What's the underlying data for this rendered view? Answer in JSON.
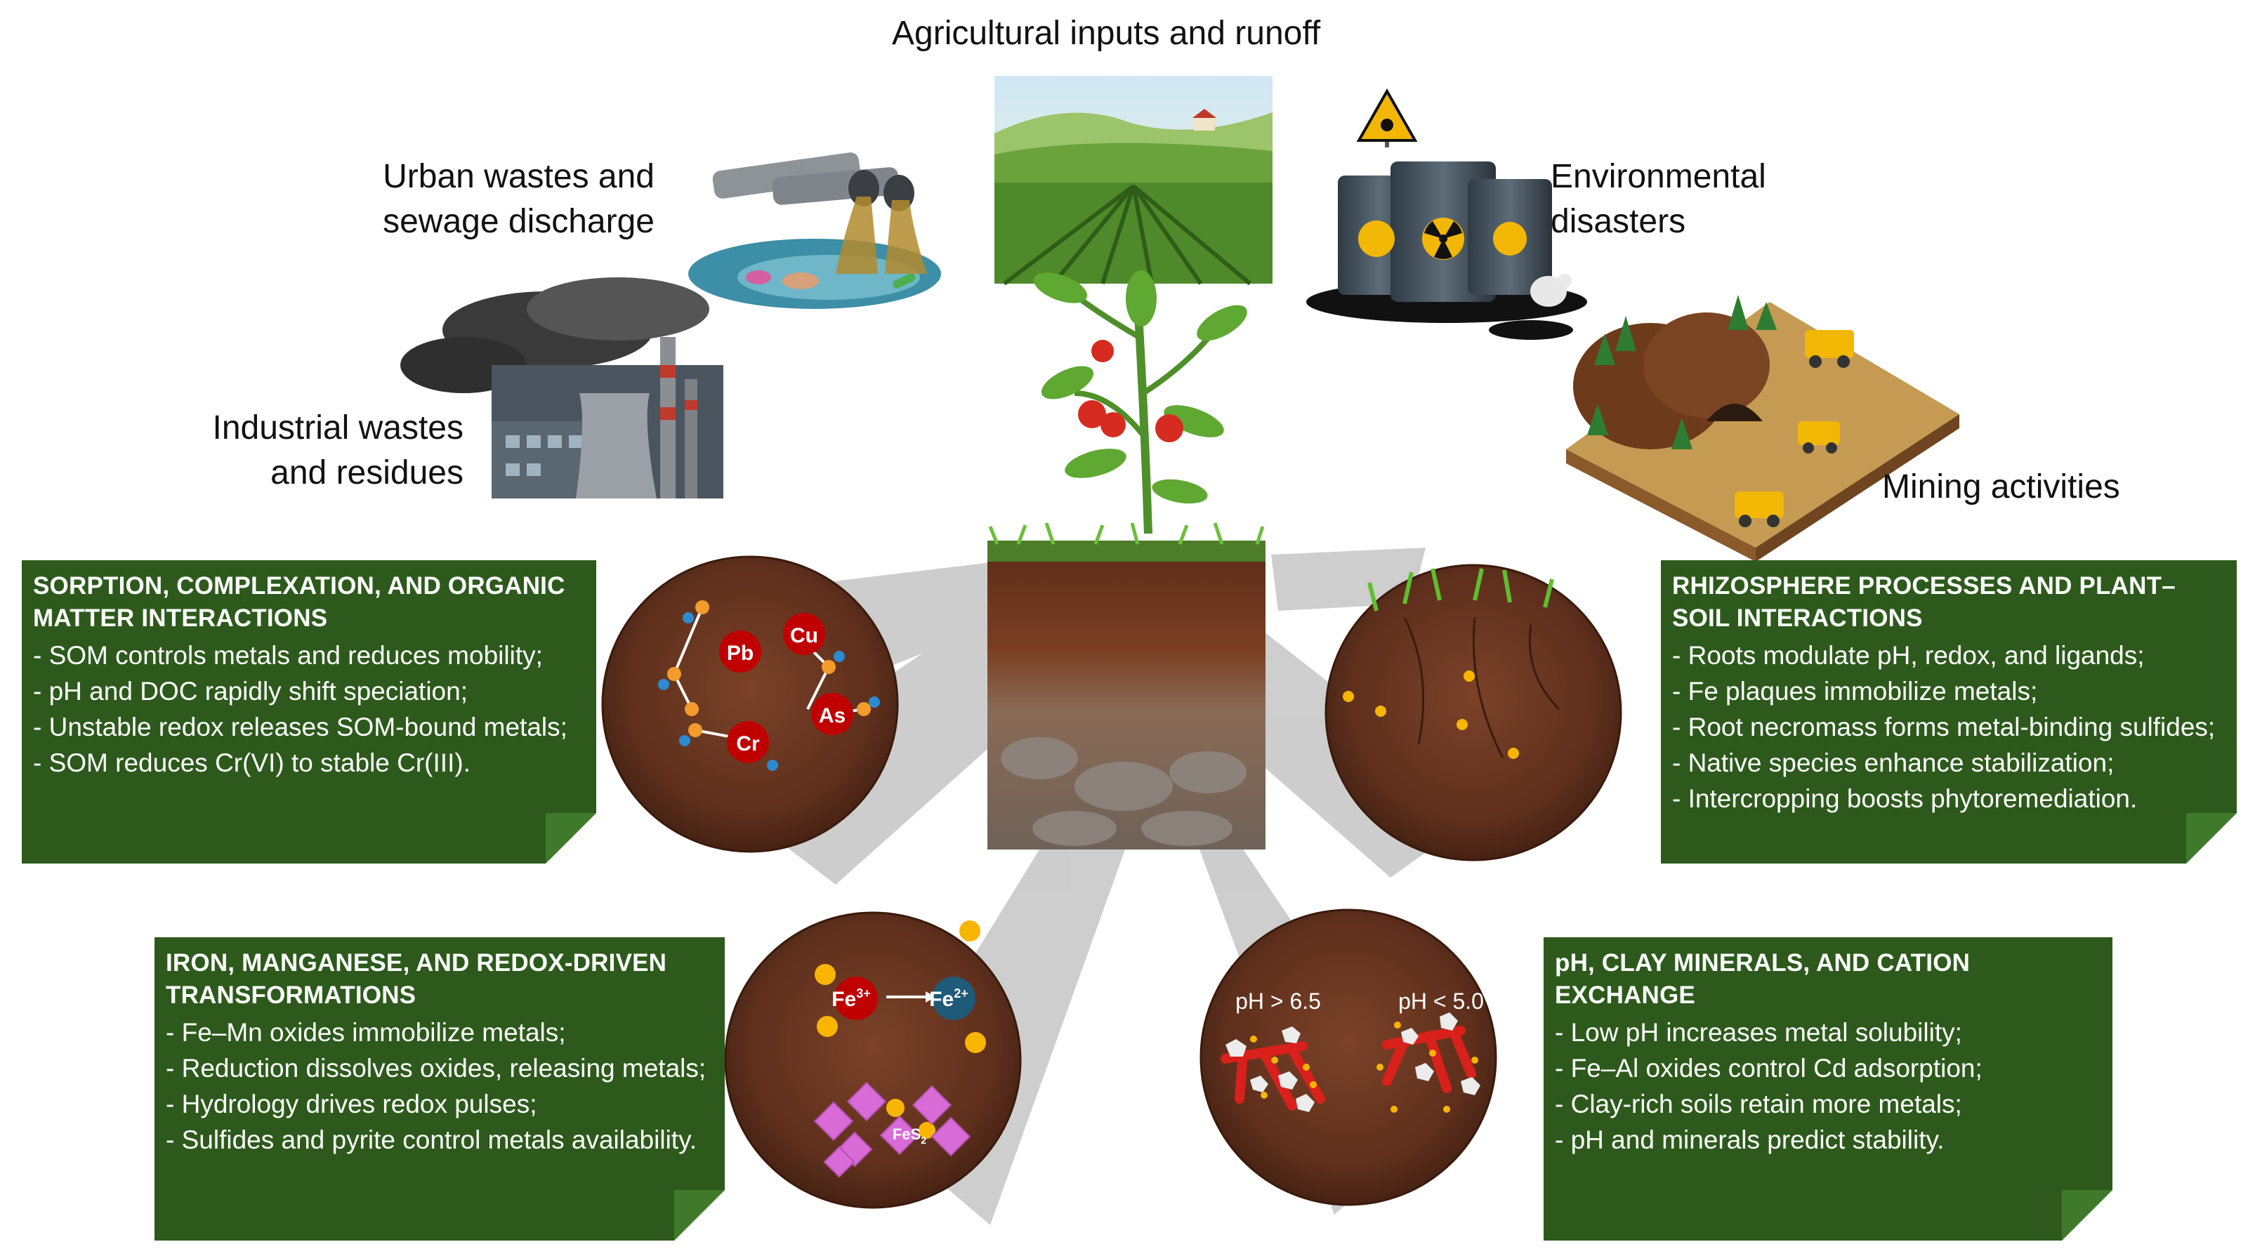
{
  "sources": {
    "agricultural": "Agricultural inputs and runoff",
    "urban": [
      "Urban wastes and",
      "sewage discharge"
    ],
    "environmental": [
      "Environmental",
      "disasters"
    ],
    "industrial": [
      "Industrial wastes",
      "and residues"
    ],
    "mining": "Mining activities"
  },
  "panels": {
    "sorption": {
      "title": "SORPTION, COMPLEXATION, AND ORGANIC MATTER INTERACTIONS",
      "items": [
        "- SOM controls metals and reduces mobility;",
        "- pH and DOC rapidly shift speciation;",
        "- Unstable redox releases SOM-bound metals;",
        "- SOM reduces Cr(VI) to stable Cr(III)."
      ]
    },
    "rhizosphere": {
      "title": "RHIZOSPHERE PROCESSES AND PLANT–SOIL INTERACTIONS",
      "items": [
        "- Roots modulate pH, redox, and ligands;",
        "- Fe plaques immobilize metals;",
        "- Root necromass forms metal-binding sulfides;",
        "- Native species enhance stabilization;",
        "- Intercropping boosts phytoremediation."
      ]
    },
    "iron": {
      "title": "IRON, MANGANESE, AND REDOX-DRIVEN TRANSFORMATIONS",
      "items": [
        "- Fe–Mn oxides immobilize metals;",
        "- Reduction dissolves oxides, releasing metals;",
        "- Hydrology drives redox pulses;",
        "- Sulfides and pyrite control metals availability."
      ]
    },
    "ph": {
      "title": "pH, CLAY MINERALS, AND CATION EXCHANGE",
      "items": [
        "- Low pH increases metal solubility;",
        "- Fe–Al oxides control Cd adsorption;",
        "- Clay-rich soils retain more metals;",
        "- pH and minerals predict stability."
      ]
    }
  },
  "circle_labels": {
    "metals": [
      "Pb",
      "Cu",
      "As",
      "Cr"
    ],
    "fe3": "Fe",
    "fe3_sup": "3+",
    "fe2": "Fe",
    "fe2_sup": "2+",
    "fes2": "FeS",
    "fes2_sub": "2",
    "ph_high": "pH > 6.5",
    "ph_low": "pH < 5.0"
  },
  "colors": {
    "panel_green": "#2d5a1c",
    "soil_brown": "#6b3520",
    "metal_red": "#c00000",
    "fe2_teal": "#1f5a78",
    "particle_gold": "#f7b500",
    "pyrite_pink": "#d96bd6"
  },
  "icons": [
    "factory-icon",
    "sewage-pipes-icon",
    "farmland-icon",
    "radioactive-barrels-icon",
    "open-pit-mine-icon",
    "tomato-plant-icon"
  ]
}
